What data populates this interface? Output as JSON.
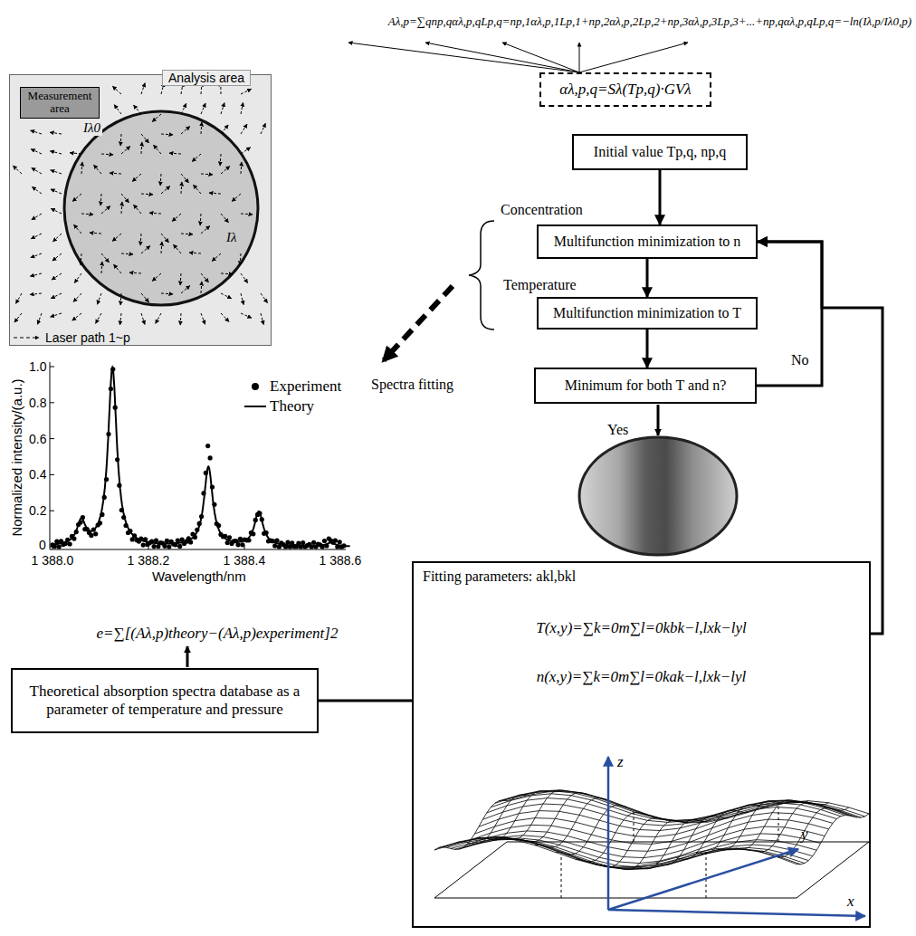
{
  "diagram": {
    "nodes": [
      {
        "text": [
          "Analysis area"
        ]
      },
      {
        "text": [
          "Measurement area"
        ],
        "in": 0
      },
      {
        "text": [
          "αλ,p,q=Sλ(Tp,q)·GVλ"
        ]
      },
      {
        "text": [
          "Initial value Tp,q, np,q"
        ]
      },
      {
        "text": [
          "Multifunction minimization to n"
        ]
      },
      {
        "text": [
          "Multifunction minimization to T"
        ]
      },
      {
        "text": [
          "Minimum for both T and n?"
        ]
      },
      {
        "text": [
          "Fitting parameters: akl,bkl",
          "T(x,y)=∑k=0m∑l=0kbk−l,lxk−lyl",
          "n(x,y)=∑k=0m∑l=0kak−l,lxk−lyl"
        ]
      },
      {
        "text": [
          "Theoretical absorption spectra database as a parameter of temperature and pressure"
        ]
      }
    ],
    "edges": [
      {
        "from": 3,
        "to": 4,
        "arrow": "to"
      },
      {
        "from": 4,
        "to": 5,
        "arrow": "to"
      },
      {
        "from": 5,
        "to": 6,
        "arrow": "to"
      },
      {
        "from": 6,
        "to": 4,
        "label": "No",
        "arrow": "to"
      },
      {
        "from": 7,
        "to": 4,
        "arrow": "to"
      },
      {
        "from": 8,
        "to": 7,
        "arrow": "none"
      }
    ],
    "labels": [
      "Aλ,p=∑qnp,qαλ,p,qLp,q=np,1αλ,p,1Lp,1+np,2αλ,p,2Lp,2+np,3αλ,p,3Lp,3+...+np,qαλ,p,qLp,q=−ln(Iλ,p/Iλ0,p)",
      "Concentration",
      "Temperature",
      "Yes",
      "Spectra fitting",
      "Iλ0",
      "Iλ",
      "1.0",
      "0.8",
      "0.6",
      "0.4",
      "0.2",
      "0",
      "Normalized intensity/(a.u.)",
      "1 388.0",
      "1 388.2",
      "1 388.4",
      "1 388.6",
      "Wavelength/nm",
      "e=∑[(Aλ,p)theory−(Aλ,p)experiment]2",
      "z",
      "y",
      "x"
    ],
    "legend": [
      {
        "text": "Laser path 1~p"
      },
      {
        "text": "Experiment"
      },
      {
        "text": "Theory"
      }
    ]
  }
}
